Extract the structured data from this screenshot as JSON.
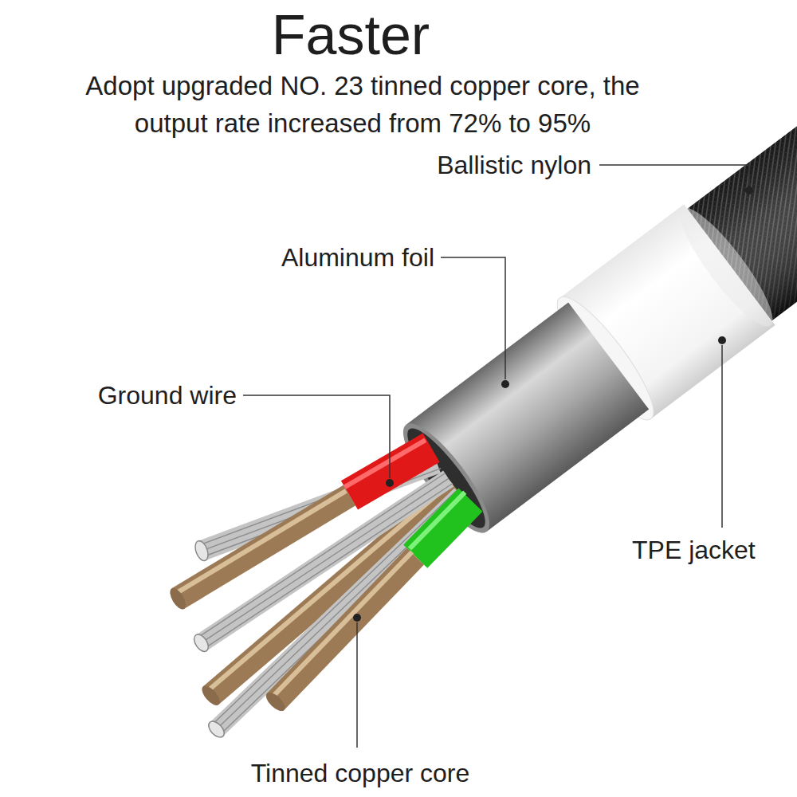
{
  "diagram": {
    "title": "Faster",
    "labels": [
      "Adopt upgraded NO. 23 tinned copper core, the output rate increased from 72% to 95%",
      "Ballistic nylon",
      "Aluminum foil",
      "Ground wire",
      "TPE jacket",
      "Tinned copper core"
    ]
  }
}
